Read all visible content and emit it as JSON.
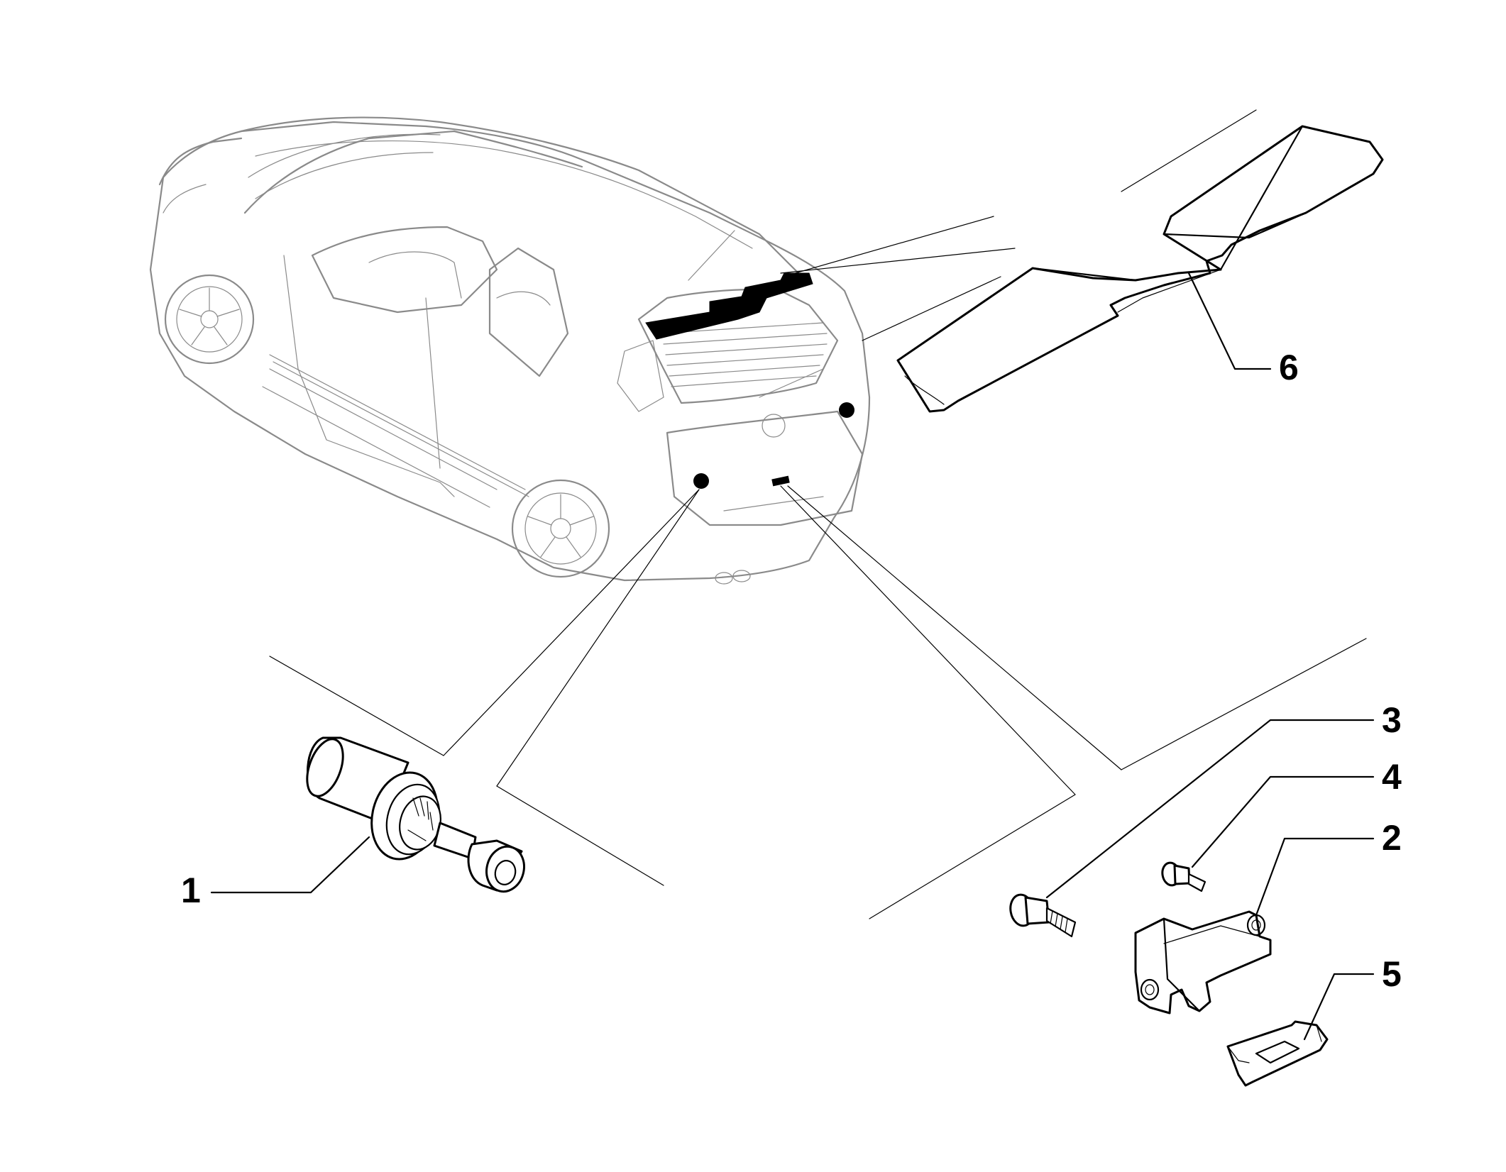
{
  "colors": {
    "line": "#000000",
    "car_line": "#8a8a8a",
    "background": "#ffffff",
    "highlight": "#000000"
  },
  "callouts": [
    {
      "id": "1",
      "label": "1",
      "part": "lock-cylinder"
    },
    {
      "id": "2",
      "label": "2",
      "part": "latch-striker"
    },
    {
      "id": "3",
      "label": "3",
      "part": "bolt-large"
    },
    {
      "id": "4",
      "label": "4",
      "part": "bolt-small"
    },
    {
      "id": "5",
      "label": "5",
      "part": "latch-cover"
    },
    {
      "id": "6",
      "label": "6",
      "part": "spoiler-seal"
    }
  ]
}
